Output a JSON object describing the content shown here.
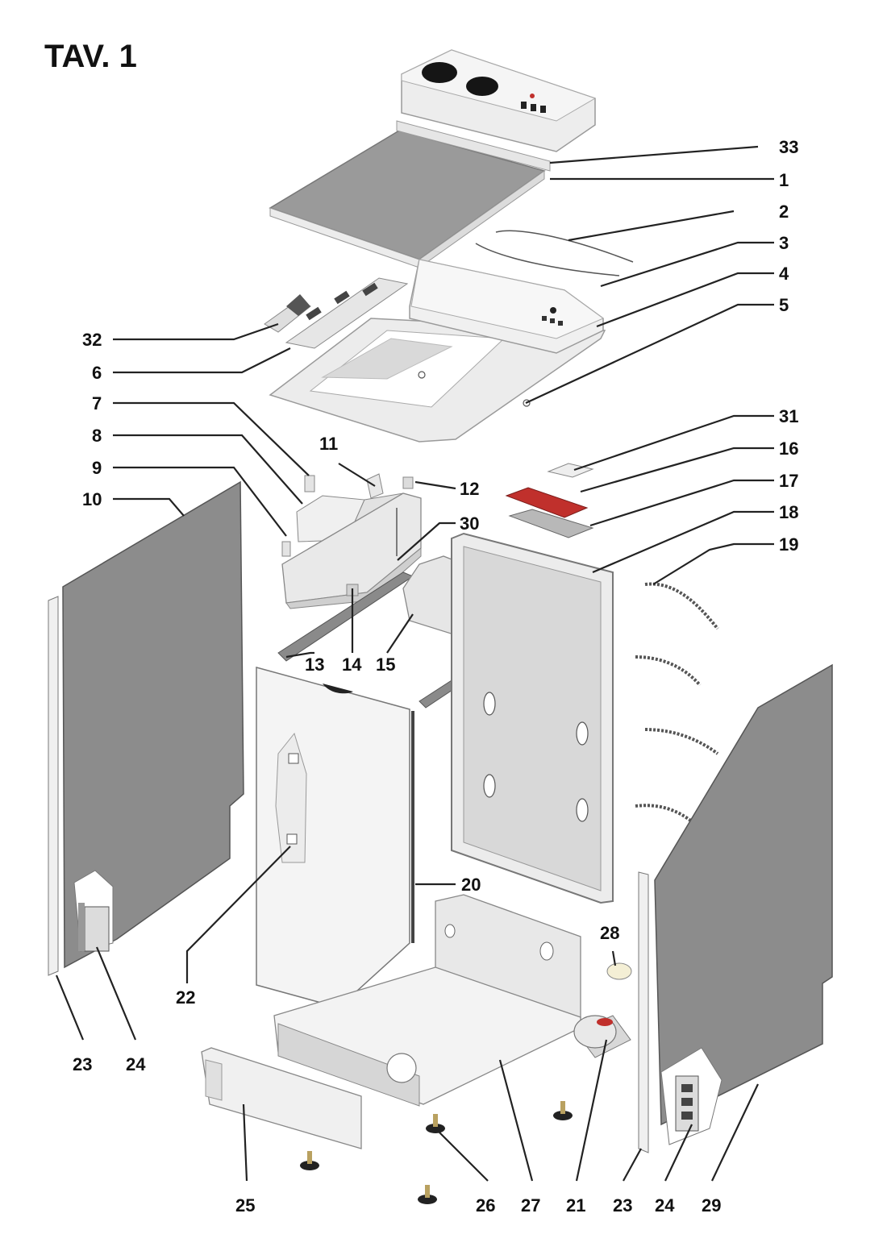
{
  "title": "TAV. 1",
  "callouts": [
    "33",
    "1",
    "2",
    "3",
    "4",
    "5",
    "32",
    "6",
    "7",
    "31",
    "8",
    "11",
    "16",
    "9",
    "12",
    "17",
    "10",
    "30",
    "18",
    "19",
    "13",
    "14",
    "15",
    "20",
    "28",
    "22",
    "23",
    "24",
    "25",
    "26",
    "27",
    "21",
    "23",
    "24",
    "29"
  ],
  "colors": {
    "panel_grey": "#8c8c8c",
    "part_light": "#e9e9e9",
    "part_mid": "#d2d2d2",
    "edge": "#9a9a9a",
    "accent_red": "#c0302c",
    "ink": "#111111"
  }
}
